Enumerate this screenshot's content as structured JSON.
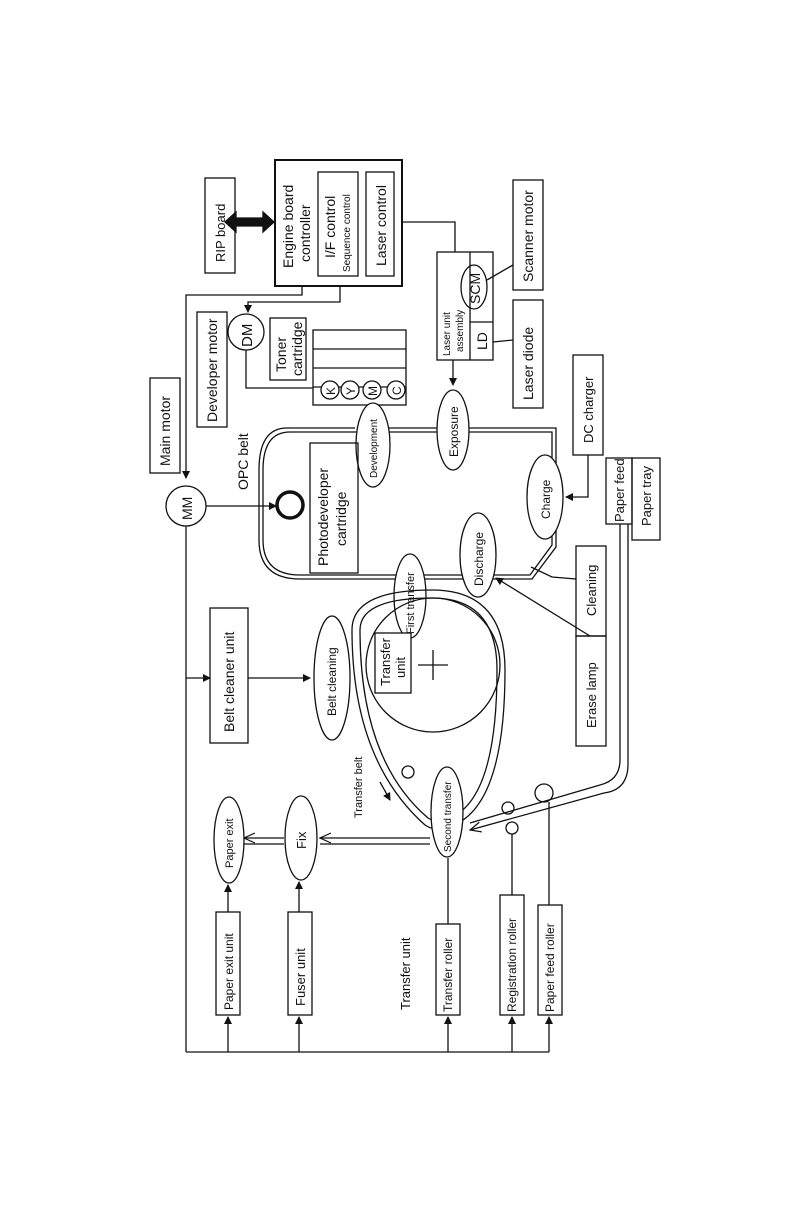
{
  "labels": {
    "rip_board": "RIP board",
    "engine_board_1": "Engine board",
    "engine_board_2": "controller",
    "if_control": "I/F control",
    "sequence_control": "Sequence control",
    "laser_control": "Laser control",
    "scanner_motor": "Scanner motor",
    "laser_unit_1": "Laser unit",
    "laser_unit_2": "assembly",
    "scm": "SCM",
    "ld": "LD",
    "laser_diode": "Laser diode",
    "main_motor": "Main motor",
    "developer_motor": "Developer motor",
    "dm": "DM",
    "toner_1": "Toner",
    "toner_2": "cartridge",
    "toner_k": "K",
    "toner_y": "Y",
    "toner_m": "M",
    "toner_c": "C",
    "dc_charger": "DC charger",
    "opc_belt": "OPC belt",
    "development": "Development",
    "exposure": "Exposure",
    "charge": "Charge",
    "discharge": "Discharge",
    "photodev_1": "Photodeveloper",
    "photodev_2": "cartridge",
    "mm": "MM",
    "paper_feed": "Paper feed",
    "paper_tray": "Paper tray",
    "cleaning": "Cleaning",
    "erase_lamp": "Erase lamp",
    "first_transfer": "First transfer",
    "transfer_unit_1": "Transfer",
    "transfer_unit_2": "unit",
    "belt_cleaner_unit": "Belt cleaner unit",
    "belt_cleaning": "Belt cleaning",
    "transfer_belt": "Transfer belt",
    "second_transfer": "Second transfer",
    "paper_exit": "Paper exit",
    "fix": "Fix",
    "paper_exit_unit": "Paper exit unit",
    "fuser_unit": "Fuser unit",
    "transfer_unit": "Transfer unit",
    "transfer_roller": "Transfer roller",
    "registration_roller": "Registration roller",
    "paper_feed_roller": "Paper feed roller"
  }
}
